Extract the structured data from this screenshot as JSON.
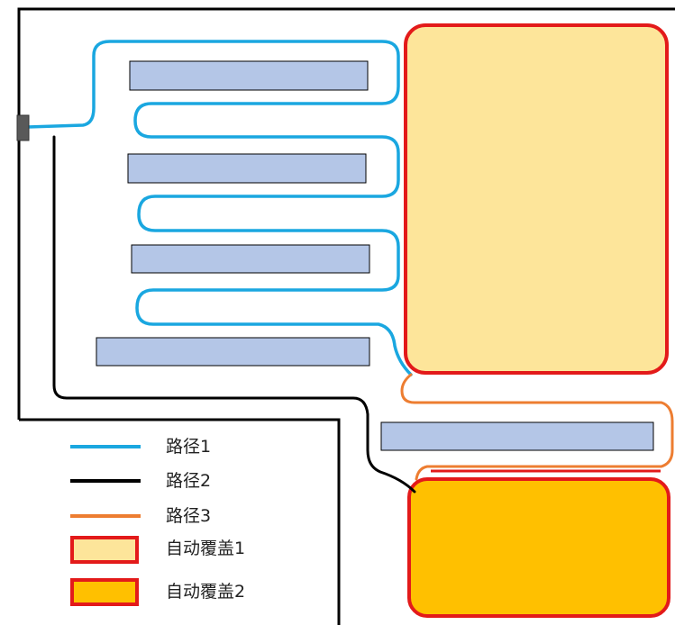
{
  "legend": {
    "path1": "路径1",
    "path2": "路径2",
    "path3": "路径3",
    "auto1": "自动覆盖1",
    "auto2": "自动覆盖2"
  },
  "colors": {
    "path1": "#1aa7e0",
    "path2": "#000000",
    "path3": "#ed7d31",
    "zone_border": "#e31a1a",
    "auto1_fill": "#fde59a",
    "auto2_fill": "#ffc000",
    "shelf_fill": "#b4c6e7",
    "dock": "#595959"
  }
}
